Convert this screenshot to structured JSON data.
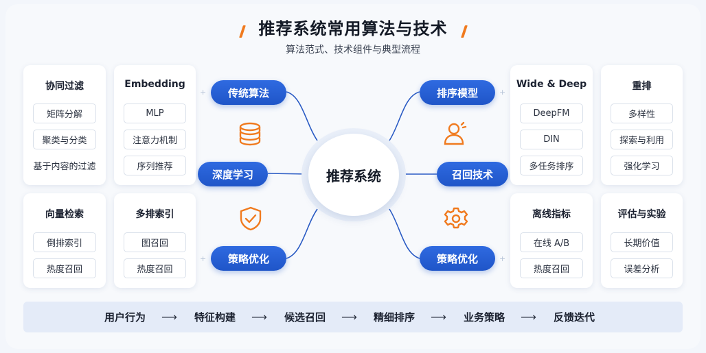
{
  "header": {
    "title": "推荐系统常用算法与技术",
    "subtitle": "算法范式、技术组件与典型流程"
  },
  "hub": {
    "label": "推荐系统"
  },
  "pills": {
    "left_top": "传统算法",
    "left_mid": "深度学习",
    "left_bottom": "策略优化",
    "right_top": "排序模型",
    "right_mid": "召回技术",
    "right_bottom": "策略优化"
  },
  "cards": {
    "collab": {
      "title": "协同过滤",
      "items": [
        "矩阵分解",
        "聚类与分类",
        "基于内容的过滤"
      ]
    },
    "embedding": {
      "title": "Embedding",
      "items": [
        "MLP",
        "注意力机制",
        "序列推荐"
      ]
    },
    "vector": {
      "title": "向量检索",
      "items": [
        "倒排索引",
        "热度召回"
      ]
    },
    "multiindex": {
      "title": "多排索引",
      "items": [
        "图召回",
        "热度召回"
      ]
    },
    "widedeep": {
      "title": "Wide & Deep",
      "items": [
        "DeepFM",
        "DIN",
        "多任务排序"
      ]
    },
    "rerank": {
      "title": "重排",
      "items": [
        "多样性",
        "探索与利用",
        "强化学习"
      ]
    },
    "offline": {
      "title": "离线指标",
      "items": [
        "在线 A/B",
        "热度召回"
      ]
    },
    "eval": {
      "title": "评估与实验",
      "items": [
        "长期价值",
        "误差分析"
      ]
    }
  },
  "flow": {
    "steps": [
      "用户行为",
      "特征构建",
      "候选召回",
      "精细排序",
      "业务策略",
      "反馈迭代"
    ],
    "arrow": "⟶"
  },
  "icons": {
    "database": "database-stack-icon",
    "shield": "shield-check-icon",
    "user": "user-profile-icon",
    "gear": "gear-icon"
  },
  "colors": {
    "accent_orange": "#f07a1e",
    "pill_blue": "#2460d2",
    "flow_bg": "#e4ebf8"
  }
}
